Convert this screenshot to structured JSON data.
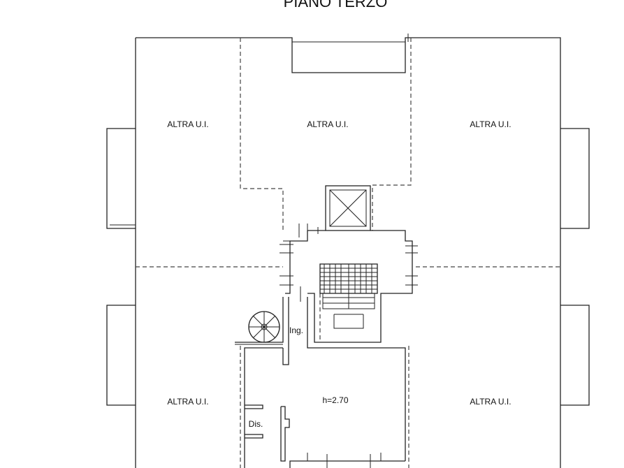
{
  "title": "PIANO TERZO",
  "labels": {
    "unit_top_left": "ALTRA U.I.",
    "unit_top_center": "ALTRA U.I.",
    "unit_top_right": "ALTRA U.I.",
    "unit_bottom_left": "ALTRA U.I.",
    "unit_bottom_right": "ALTRA U.I.",
    "entrance": "Ing.",
    "height": "h=2.70",
    "closet": "Dis."
  },
  "colors": {
    "line": "#222222",
    "background": "#ffffff"
  }
}
